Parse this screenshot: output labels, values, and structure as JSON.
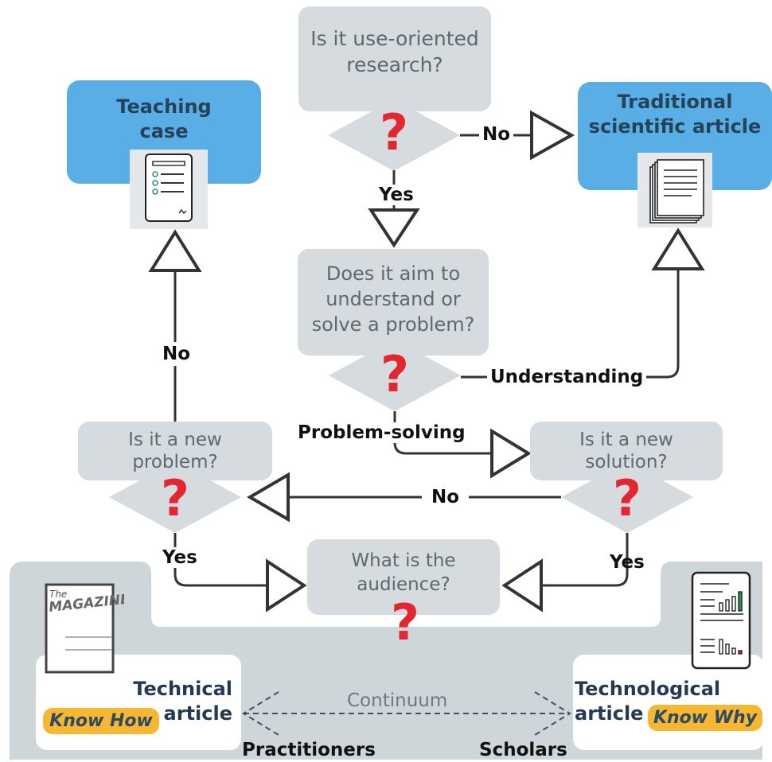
{
  "questions": {
    "use_oriented": "Is it use-oriented research?",
    "aim": "Does it aim to understand or solve a problem?",
    "new_problem": "Is it a new problem?",
    "new_solution": "Is it a new solution?",
    "audience": "What is the audience?"
  },
  "outcomes": {
    "teaching_case": "Teaching case",
    "traditional": "Traditional scientific article",
    "technical": "Technical article",
    "technological": "Technological article"
  },
  "edges": {
    "no_top": "No",
    "yes_top": "Yes",
    "understanding": "Understanding",
    "problem_solving": "Problem-solving",
    "no_left": "No",
    "no_middle": "No",
    "yes_left": "Yes",
    "yes_right": "Yes"
  },
  "audience": {
    "continuum": "Continuum",
    "practitioners": "Practitioners",
    "scholars": "Scholars",
    "know_how": "Know How",
    "know_why": "Know Why"
  },
  "magazine": {
    "the": "The",
    "title": "MAGAZINE"
  },
  "icons": [
    "question-mark-icon",
    "checklist-document-icon",
    "stacked-papers-icon",
    "magazine-icon",
    "report-chart-icon"
  ],
  "colors": {
    "outcome_box": "#5aaee6",
    "question_box": "#d5dbde",
    "question_mark": "#e3262f",
    "pill": "#f7b731",
    "audience_panel": "#cfd6da"
  }
}
